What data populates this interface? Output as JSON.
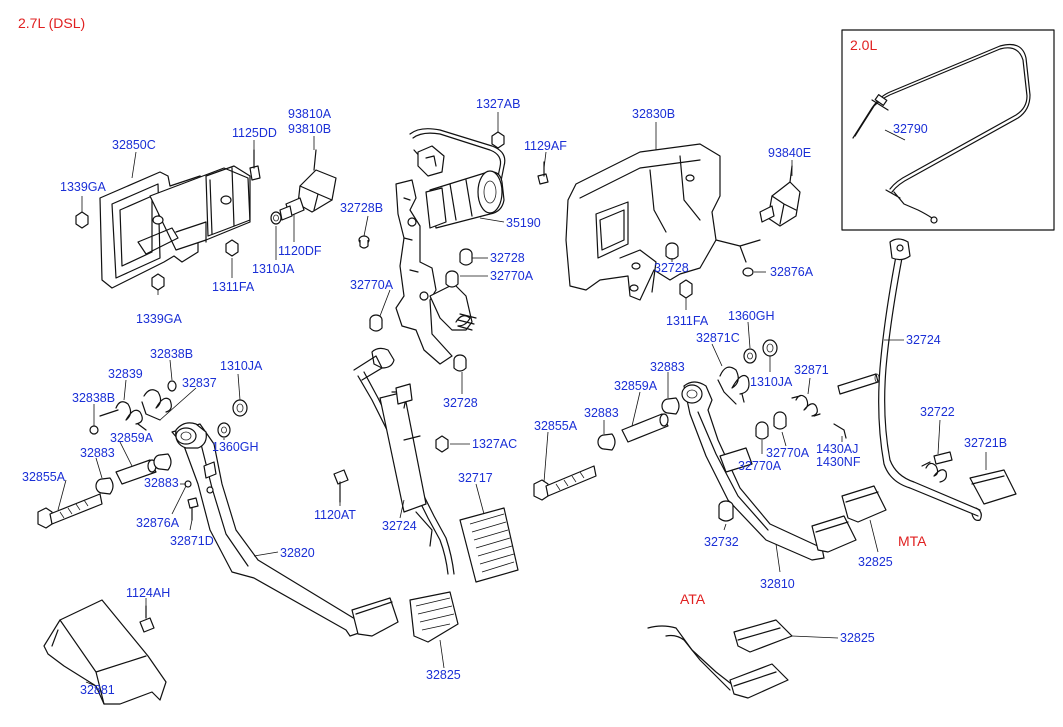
{
  "variants": {
    "title_left": "2.7L (DSL)",
    "inset": "2.0L",
    "ata": "ATA",
    "mta": "MTA"
  },
  "labels": {
    "p32850c": "32850C",
    "p1339ga_a": "1339GA",
    "p1339ga_b": "1339GA",
    "p1125dd": "1125DD",
    "p93810a": "93810A",
    "p93810b": "93810B",
    "p1120df": "1120DF",
    "p1310ja_a": "1310JA",
    "p1311fa_a": "1311FA",
    "p1327ab": "1327AB",
    "p1129af": "1129AF",
    "p32728b": "32728B",
    "p35190": "35190",
    "p32728_a": "32728",
    "p32770a_a": "32770A",
    "p32770a_b": "32770A",
    "p32728_b": "32728",
    "p32830b": "32830B",
    "p93840e": "93840E",
    "p32728_c": "32728",
    "p32876a_a": "32876A",
    "p1311fa_b": "1311FA",
    "p32790": "32790",
    "p32724_a": "32724",
    "p32838b_a": "32838B",
    "p32839": "32839",
    "p32837": "32837",
    "p1310ja_b": "1310JA",
    "p32838b_b": "32838B",
    "p32859a_a": "32859A",
    "p1360gh_a": "1360GH",
    "p32883_a": "32883",
    "p32855a_a": "32855A",
    "p32883_b": "32883",
    "p32876a_b": "32876A",
    "p32871d": "32871D",
    "p32820": "32820",
    "p1120at": "1120AT",
    "p32724_b": "32724",
    "p1327ac": "1327AC",
    "p32717": "32717",
    "p1124ah": "1124AH",
    "p32881": "32881",
    "p32825_a": "32825",
    "p1360gh_b": "1360GH",
    "p32871c": "32871C",
    "p32883_c": "32883",
    "p1310ja_c": "1310JA",
    "p32871": "32871",
    "p32859a_b": "32859A",
    "p32883_d": "32883",
    "p32855a_b": "32855A",
    "p32770a_c": "32770A",
    "p32770a_d": "32770A",
    "p1430aj": "1430AJ",
    "p1430nf": "1430NF",
    "p32722": "32722",
    "p32721b": "32721B",
    "p32732": "32732",
    "p32810": "32810",
    "p32825_b": "32825",
    "p32825_c": "32825"
  }
}
